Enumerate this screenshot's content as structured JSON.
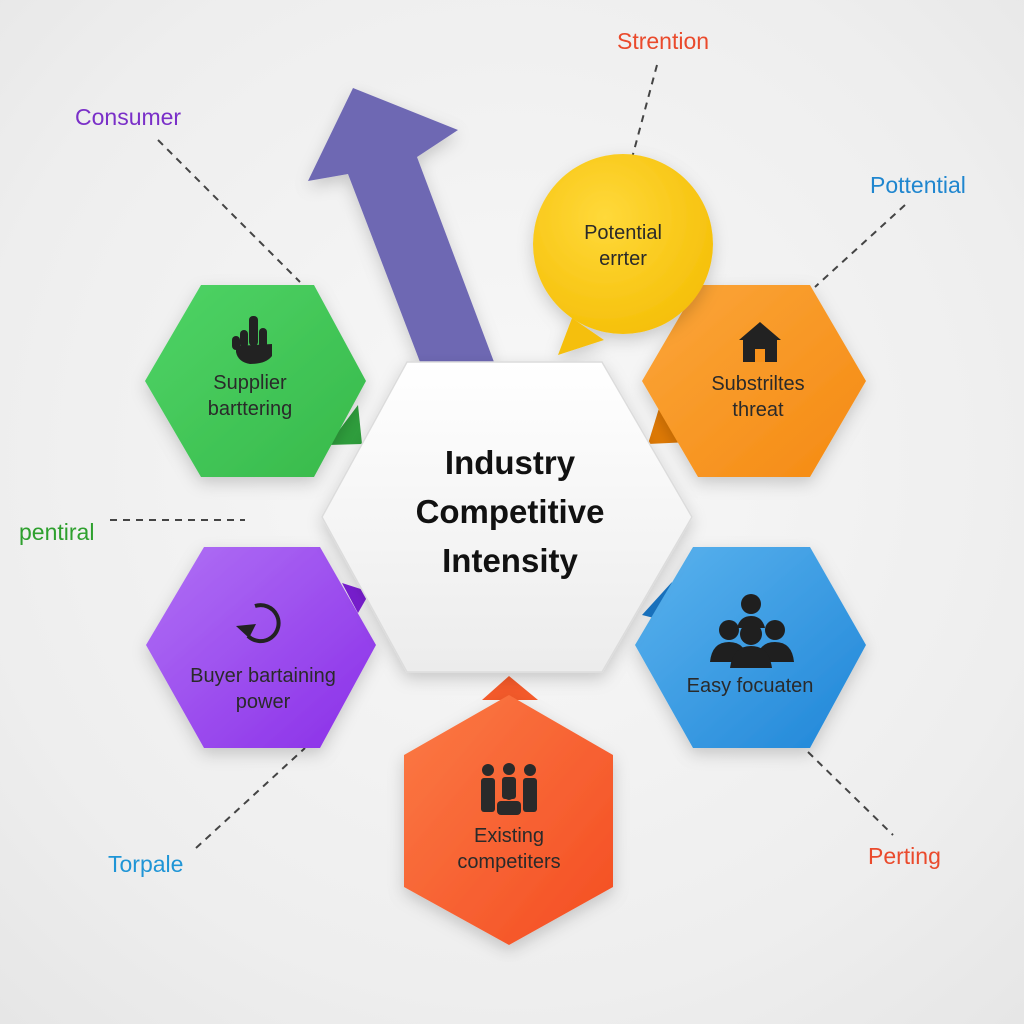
{
  "center": {
    "title_lines": [
      "Industry",
      "Competitive",
      "Intensity"
    ]
  },
  "nodes": {
    "supplier": {
      "lines": [
        "Supplier",
        "barttering"
      ],
      "color": "#46c95a",
      "icon": "hand-pointer-icon"
    },
    "entrant": {
      "lines": [
        "Potential",
        "errter"
      ],
      "color": "#f7c614",
      "icon": "none"
    },
    "substitutes": {
      "lines": [
        "Substriltes",
        "threat"
      ],
      "color": "#f8941e",
      "icon": "house-icon"
    },
    "buyer": {
      "lines": [
        "Buyer bartaining",
        "power"
      ],
      "color": "#9b3ff0",
      "icon": "refresh-icon"
    },
    "easy": {
      "lines": [
        "Easy focuaten"
      ],
      "color": "#2f95e2",
      "icon": "group-icon"
    },
    "existing": {
      "lines": [
        "Existing",
        "competiters"
      ],
      "color": "#f7602e",
      "icon": "family-icon"
    }
  },
  "callouts": {
    "consumer": {
      "text": "Consumer",
      "color": "#7a2fc8"
    },
    "strention": {
      "text": "Strention",
      "color": "#ea4a2c"
    },
    "pottential": {
      "text": "Pottential",
      "color": "#1f86cf"
    },
    "pentiral": {
      "text": "pentiral",
      "color": "#2ea02e"
    },
    "torpale": {
      "text": "Torpale",
      "color": "#1f95d6"
    },
    "perting": {
      "text": "Perting",
      "color": "#ea4a2c"
    }
  },
  "accents": {
    "arrow_purple": "#6e67b3",
    "center_fill": "#f7f7f7",
    "text_dark": "#2a2a2a"
  }
}
